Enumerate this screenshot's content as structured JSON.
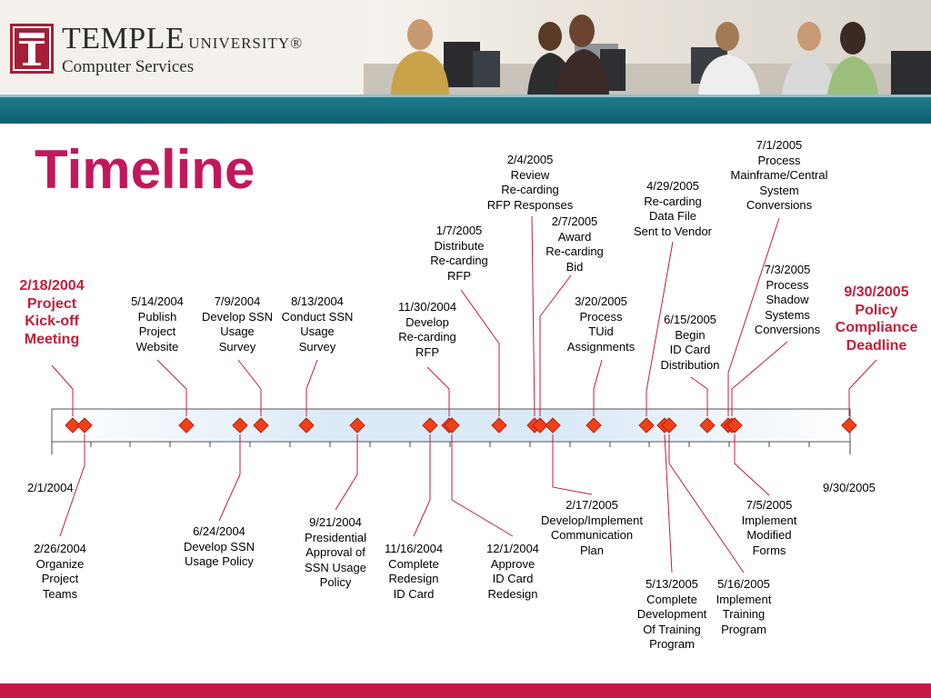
{
  "header": {
    "logo_letter": "T",
    "brand_name": "TEMPLE",
    "brand_suffix": "UNIVERSITY®",
    "department": "Computer Services",
    "colors": {
      "brand_red": "#a51e36",
      "teal": "#1a6f80",
      "footer": "#c41847"
    }
  },
  "slide": {
    "title": "Timeline",
    "title_color": "#c2185b"
  },
  "timeline": {
    "start_label": "2/1/2004",
    "end_label": "9/30/2005",
    "marker_color": "#f0401a",
    "highlight_color": "#c41e3a",
    "milestones": [
      {
        "id": "kickoff",
        "date": "2/18/2004",
        "text": "2/18/2004\nProject\nKick-off\nMeeting",
        "highlight": true
      },
      {
        "id": "organize-teams",
        "date": "2/26/2004",
        "text": "2/26/2004\nOrganize\nProject\nTeams"
      },
      {
        "id": "publish-website",
        "date": "5/14/2004",
        "text": "5/14/2004\nPublish\nProject\nWebsite"
      },
      {
        "id": "ssn-usage-policy",
        "date": "6/24/2004",
        "text": "6/24/2004\nDevelop SSN\nUsage Policy"
      },
      {
        "id": "ssn-usage-survey-dev",
        "date": "7/9/2004",
        "text": "7/9/2004\nDevelop SSN\nUsage\nSurvey"
      },
      {
        "id": "ssn-usage-survey-conduct",
        "date": "8/13/2004",
        "text": "8/13/2004\nConduct SSN\nUsage\nSurvey"
      },
      {
        "id": "presidential-approval",
        "date": "9/21/2004",
        "text": "9/21/2004\nPresidential\nApproval of\nSSN Usage\nPolicy"
      },
      {
        "id": "complete-redesign",
        "date": "11/16/2004",
        "text": "11/16/2004\nComplete\nRedesign\nID Card"
      },
      {
        "id": "develop-rfp",
        "date": "11/30/2004",
        "text": "11/30/2004\nDevelop\nRe-carding\nRFP"
      },
      {
        "id": "approve-redesign",
        "date": "12/1/2004",
        "text": "12/1/2004\nApprove\nID Card\nRedesign"
      },
      {
        "id": "distribute-rfp",
        "date": "1/7/2005",
        "text": "1/7/2005\nDistribute\nRe-carding\nRFP"
      },
      {
        "id": "review-rfp-responses",
        "date": "2/4/2005",
        "text": "2/4/2005\nReview\nRe-carding\nRFP Responses"
      },
      {
        "id": "award-bid",
        "date": "2/7/2005",
        "text": "2/7/2005\nAward\nRe-carding\nBid"
      },
      {
        "id": "communication-plan",
        "date": "2/17/2005",
        "text": "2/17/2005\nDevelop/Implement\nCommunication\nPlan"
      },
      {
        "id": "tuid-assignments",
        "date": "3/20/2005",
        "text": "3/20/2005\nProcess\nTUid\nAssignments"
      },
      {
        "id": "data-file-vendor",
        "date": "4/29/2005",
        "text": "4/29/2005\nRe-carding\nData File\nSent to Vendor"
      },
      {
        "id": "training-program-dev",
        "date": "5/13/2005",
        "text": "5/13/2005\nComplete\nDevelopment\nOf Training\nProgram"
      },
      {
        "id": "training-program-impl",
        "date": "5/16/2005",
        "text": "5/16/2005\nImplement\nTraining\nProgram"
      },
      {
        "id": "id-card-distribution",
        "date": "6/15/2005",
        "text": "6/15/2005\nBegin\nID Card\nDistribution"
      },
      {
        "id": "mainframe-conversions",
        "date": "7/1/2005",
        "text": "7/1/2005\nProcess\nMainframe/Central\nSystem\nConversions"
      },
      {
        "id": "shadow-conversions",
        "date": "7/3/2005",
        "text": "7/3/2005\nProcess\nShadow\nSystems\nConversions"
      },
      {
        "id": "modified-forms",
        "date": "7/5/2005",
        "text": "7/5/2005\nImplement\nModified\nForms"
      },
      {
        "id": "compliance-deadline",
        "date": "9/30/2005",
        "text": "9/30/2005\nPolicy\nCompliance\nDeadline",
        "highlight": true
      }
    ]
  }
}
